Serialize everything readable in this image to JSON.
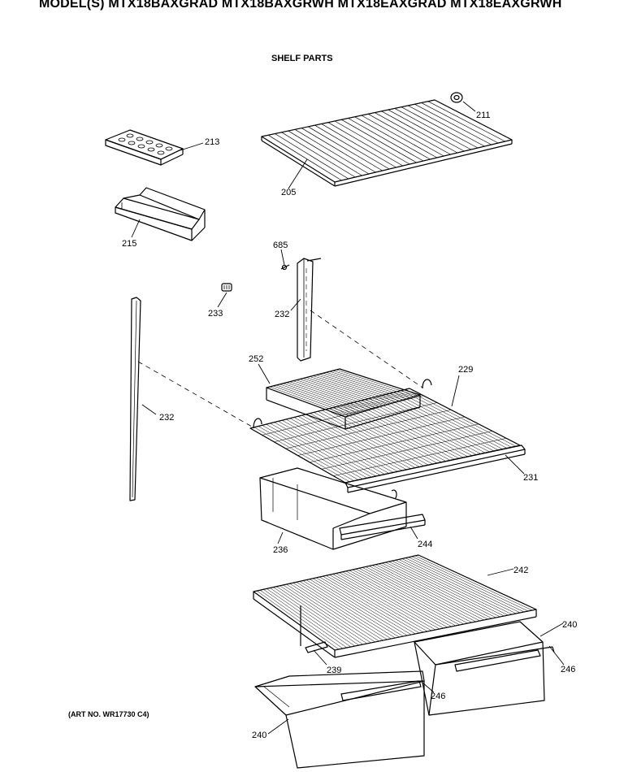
{
  "header": {
    "text": "MODEL(S) MTX18BAXGRAD  MTX18BAXGRWH  MTX18EAXGRAD  MTX18EAXGRWH"
  },
  "section_title": "SHELF PARTS",
  "art_no": "(ART NO. WR17730 C4)",
  "callouts": [
    {
      "id": "c211",
      "label": "211"
    },
    {
      "id": "c213",
      "label": "213"
    },
    {
      "id": "c205",
      "label": "205"
    },
    {
      "id": "c215",
      "label": "215"
    },
    {
      "id": "c685",
      "label": "685"
    },
    {
      "id": "c233",
      "label": "233"
    },
    {
      "id": "c232a",
      "label": "232"
    },
    {
      "id": "c252",
      "label": "252"
    },
    {
      "id": "c229",
      "label": "229"
    },
    {
      "id": "c232b",
      "label": "232"
    },
    {
      "id": "c231",
      "label": "231"
    },
    {
      "id": "c236",
      "label": "236"
    },
    {
      "id": "c244",
      "label": "244"
    },
    {
      "id": "c242",
      "label": "242"
    },
    {
      "id": "c240a",
      "label": "240"
    },
    {
      "id": "c239",
      "label": "239"
    },
    {
      "id": "c246a",
      "label": "246"
    },
    {
      "id": "c246b",
      "label": "246"
    },
    {
      "id": "c240b",
      "label": "240"
    }
  ]
}
